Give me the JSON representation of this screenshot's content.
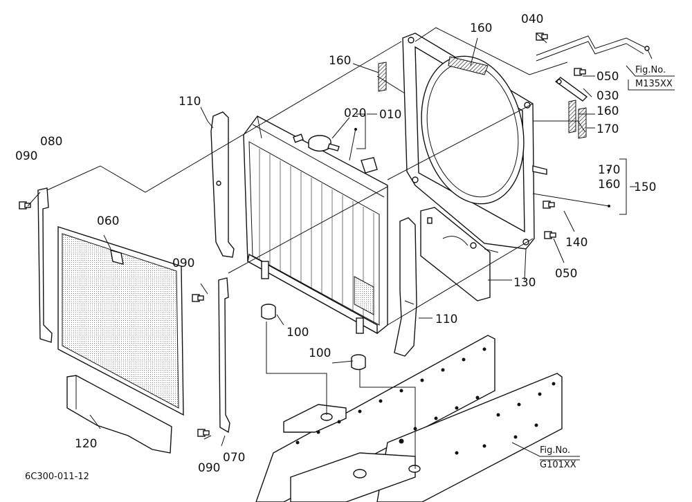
{
  "callouts": {
    "c010": "010",
    "c020": "020",
    "c030": "030",
    "c040": "040",
    "c050a": "050",
    "c050b": "050",
    "c060": "060",
    "c070": "070",
    "c080": "080",
    "c090a": "090",
    "c090b": "090",
    "c090c": "090",
    "c100a": "100",
    "c100b": "100",
    "c110a": "110",
    "c110b": "110",
    "c120": "120",
    "c130": "130",
    "c140": "140",
    "c150": "150",
    "c160a": "160",
    "c160b": "160",
    "c160c": "160",
    "c160d": "160",
    "c170a": "170",
    "c170b": "170"
  },
  "fig_refs": {
    "top_line1": "Fig.No.",
    "top_line2": "M135XX",
    "bottom_line1": "Fig.No.",
    "bottom_line2": "G101XX"
  },
  "drawing_code": "6C300-011-12"
}
